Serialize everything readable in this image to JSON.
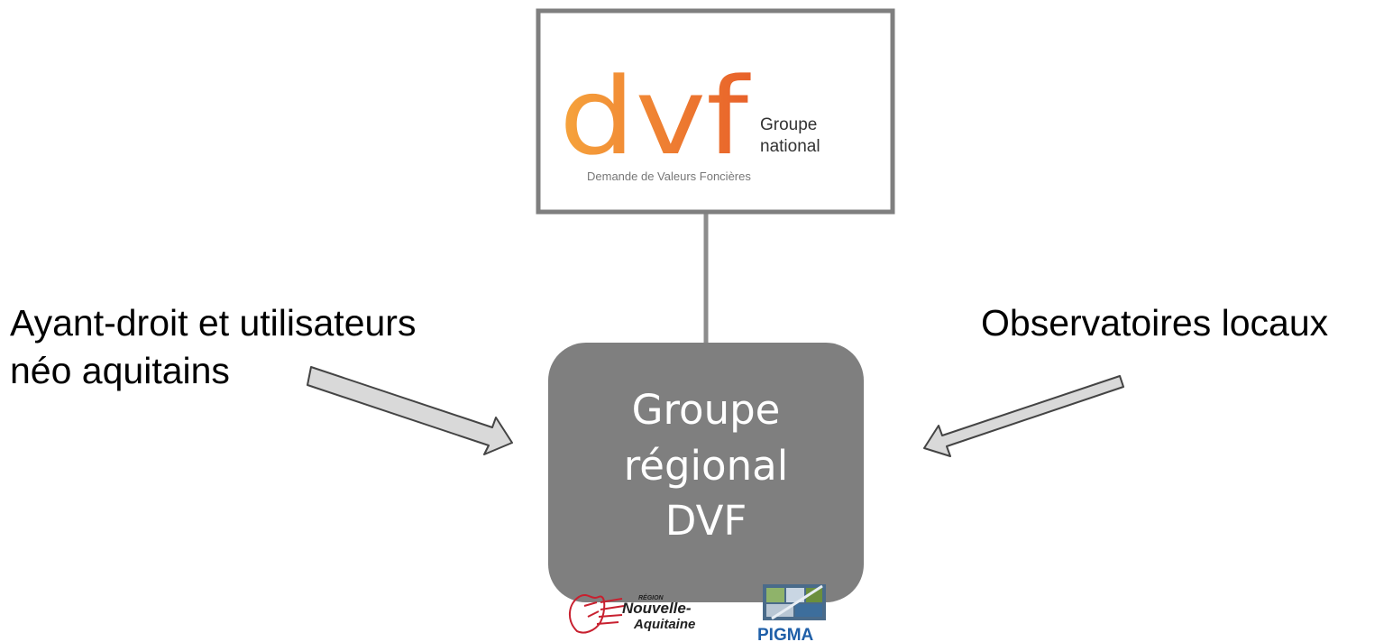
{
  "national_box": {
    "logo": {
      "letters": "dvf",
      "subtitle_line1": "Groupe",
      "subtitle_line2": "national",
      "tagline": "Demande de Valeurs Foncières"
    },
    "colors": {
      "orange_light": "#f6a43c",
      "orange_dark": "#e8612a",
      "border": "#7f7f7f"
    }
  },
  "central_box": {
    "line1": "Groupe",
    "line2": "régional",
    "line3": "DVF",
    "fill": "#7f7f7f"
  },
  "left_label": {
    "line1": "Ayant-droit et utilisateurs",
    "line2": "néo aquitains"
  },
  "right_label": {
    "line1": "Observatoires locaux"
  },
  "partner_logos": {
    "region": {
      "small": "RÉGION",
      "line1": "Nouvelle-",
      "line2": "Aquitaine",
      "color": "#c8202f"
    },
    "pigma": {
      "name": "PIGMA",
      "color": "#1f5fa8"
    }
  }
}
